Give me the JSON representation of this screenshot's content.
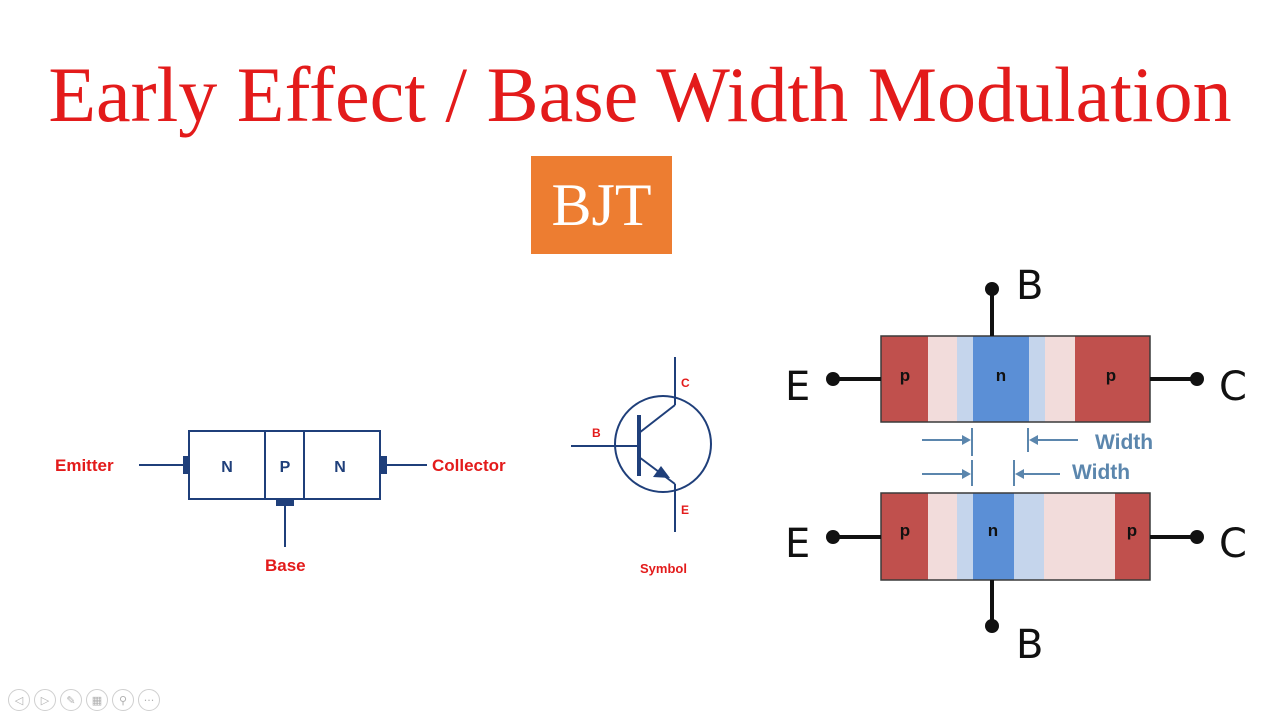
{
  "title": "Early Effect / Base Width Modulation",
  "badge": "BJT",
  "npn": {
    "emitter": "Emitter",
    "collector": "Collector",
    "base": "Base",
    "regions": [
      "N",
      "P",
      "N"
    ]
  },
  "symbol": {
    "b": "B",
    "c": "C",
    "e": "E",
    "caption": "Symbol"
  },
  "width_diagram": {
    "top_base": "B",
    "bottom_base": "B",
    "emitter_top": "E",
    "collector_top": "C",
    "emitter_bottom": "E",
    "collector_bottom": "C",
    "p_left_top": "p",
    "n_top": "n",
    "p_right_top": "p",
    "p_left_bottom": "p",
    "n_bottom": "n",
    "p_right_bottom": "p",
    "width_top": "Width",
    "width_bottom": "Width"
  },
  "colors": {
    "title": "#e31b1b",
    "badge": "#ed7d31",
    "p_region": "#c0504d",
    "depletion": "#f2dcdb",
    "n_region": "#5b8fd6",
    "n_depletion": "#c5d5ec"
  },
  "toolbar": {
    "icons": [
      "prev-icon",
      "next-icon",
      "pen-icon",
      "slides-icon",
      "zoom-icon",
      "more-icon"
    ],
    "glyphs": [
      "◁",
      "▷",
      "✎",
      "▦",
      "⚲",
      "···"
    ]
  }
}
